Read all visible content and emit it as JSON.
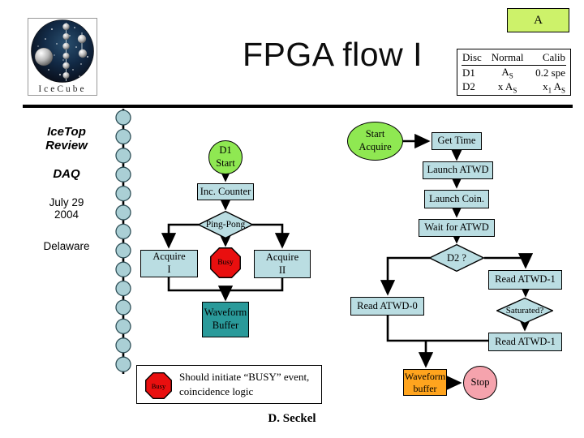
{
  "slide": {
    "title": "FPGA flow I",
    "corner_label": "A",
    "footer": "D. Seckel"
  },
  "logo": {
    "caption": "IceCube"
  },
  "sidebar": {
    "line1": "IceTop\nReview",
    "line2": "DAQ",
    "line3": "July 29\n2004",
    "line4": "Delaware"
  },
  "disc_table": {
    "headers": [
      "Disc",
      "Normal",
      "Calib"
    ],
    "r1": {
      "disc": "D1",
      "normal": "A",
      "normal_sub": "S",
      "calib": "0.2 spe"
    },
    "r2": {
      "disc": "D2",
      "normal": "x A",
      "normal_sub": "S",
      "calib_x": "x",
      "calib_x_sub": "1",
      "calib_a": " A",
      "calib_a_sub": "S"
    }
  },
  "flow_left": {
    "start": "D1\nStart",
    "inc_counter": "Inc. Counter",
    "ping_pong": "Ping-Pong",
    "acquire1": "Acquire\nI",
    "busy": "Busy",
    "acquire2": "Acquire\nII",
    "waveform_buffer": "Waveform\nBuffer"
  },
  "flow_right": {
    "start": "Start\nAcquire",
    "get_time": "Get Time",
    "launch_atwd": "Launch ATWD",
    "launch_coin": "Launch Coin.",
    "wait_atwd": "Wait for ATWD",
    "d2": "D2 ?",
    "read_atwd1_top": "Read ATWD-1",
    "saturated": "Saturated?",
    "read_atwd1_bottom": "Read ATWD-1",
    "read_atwd0": "Read ATWD-0",
    "waveform_buffer": "Waveform\nbuffer",
    "stop": "Stop"
  },
  "legend": {
    "busy": "Busy",
    "text": "Should initiate “BUSY” event,\ncoincidence logic"
  },
  "colors": {
    "accent-green": "#8fe852",
    "node-blue": "#badde2",
    "busy-red": "#e90f0f",
    "teal": "#2a9a9a",
    "orange": "#ffa41e",
    "stop-pink": "#f5a3ad",
    "corner-box": "#cdf26a",
    "chain-dot": "#aacfd5"
  }
}
